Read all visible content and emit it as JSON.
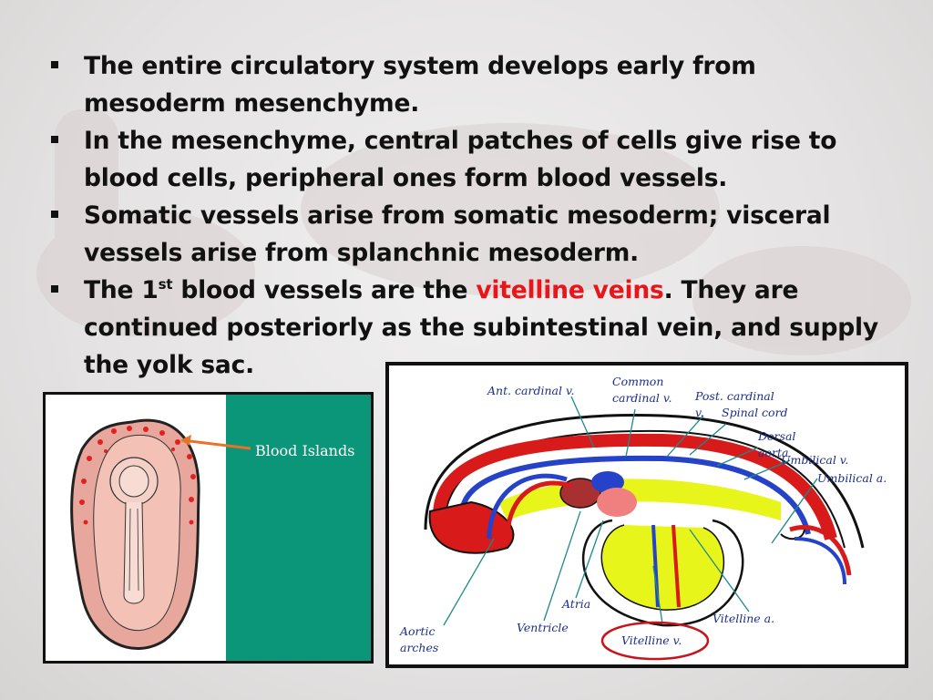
{
  "bullets": [
    {
      "text": "The entire circulatory system develops early from mesoderm mesenchyme."
    },
    {
      "text": "In the mesenchyme, central patches of cells give rise to blood cells, peripheral ones form blood vessels."
    },
    {
      "text": "Somatic vessels  arise from somatic mesoderm; visceral vessels arise from splanchnic mesoderm."
    },
    {
      "pre": "The 1",
      "sup": "st",
      "mid": " blood vessels are the ",
      "highlight": "vitelline veins",
      "post": ". They are continued posteriorly as the subintestinal vein, and supply the yolk sac."
    }
  ],
  "left_figure": {
    "label": "Blood Islands"
  },
  "right_figure": {
    "labels": {
      "ant_cardinal": "Ant. cardinal v.",
      "common_cardinal_1": "Common",
      "common_cardinal_2": "cardinal v.",
      "post_cardinal_1": "Post. cardinal",
      "post_cardinal_2": "v.",
      "spinal_cord": "Spinal cord",
      "dorsal_aorta_1": "Dorsal",
      "dorsal_aorta_2": "aorta",
      "umbilical_v": "Umbilical v.",
      "umbilical_a": "Umbilical a.",
      "atria": "Atria",
      "ventricle": "Ventricle",
      "aortic_arches_1": "Aortic",
      "aortic_arches_2": "arches",
      "vitelline_a": "Vitelline a.",
      "vitelline_v": "Vitelline v."
    }
  },
  "colors": {
    "highlight": "#e8161b",
    "teal": "#0b9579",
    "label_blue": "#1b2e8a",
    "circle": "#c8141c"
  }
}
